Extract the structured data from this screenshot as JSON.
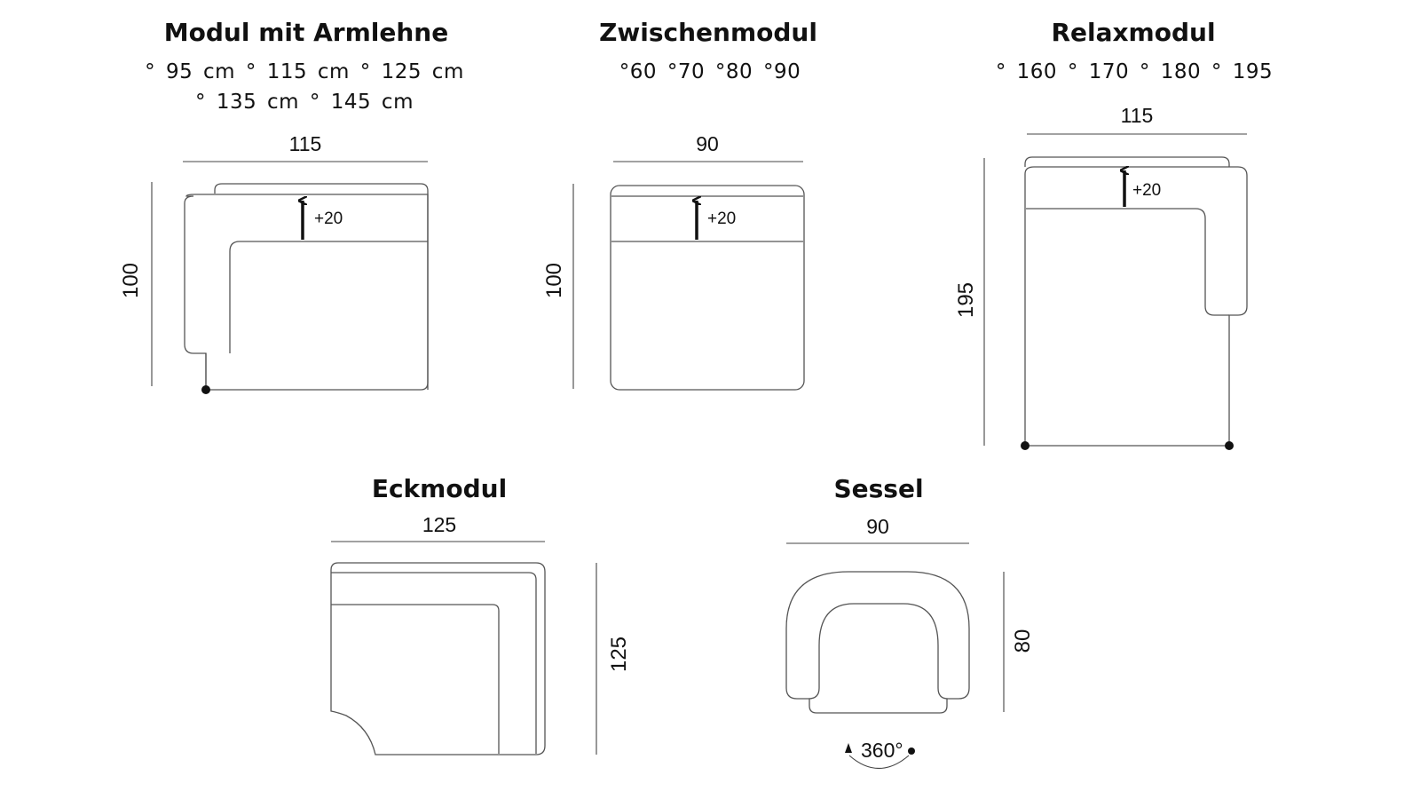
{
  "modules": [
    {
      "id": "arm",
      "title": "Modul mit Armlehne",
      "options": [
        "° 95 cm  ° 115 cm  ° 125 cm",
        "° 135 cm  ° 145 cm"
      ],
      "width": "115",
      "depth": "100",
      "extension": "+20"
    },
    {
      "id": "mid",
      "title": "Zwischenmodul",
      "options": [
        "°60  °70  °80  °90"
      ],
      "width": "90",
      "depth": "100",
      "extension": "+20"
    },
    {
      "id": "relax",
      "title": "Relaxmodul",
      "options": [
        "°  160  °  170  °  180  °  195"
      ],
      "width": "115",
      "depth": "195",
      "extension": "+20"
    },
    {
      "id": "corner",
      "title": "Eckmodul",
      "width": "125",
      "depth": "125"
    },
    {
      "id": "chair",
      "title": "Sessel",
      "width": "90",
      "depth": "80",
      "rotation": "360°"
    }
  ],
  "colors": {
    "line": "#555555",
    "text": "#111111"
  }
}
